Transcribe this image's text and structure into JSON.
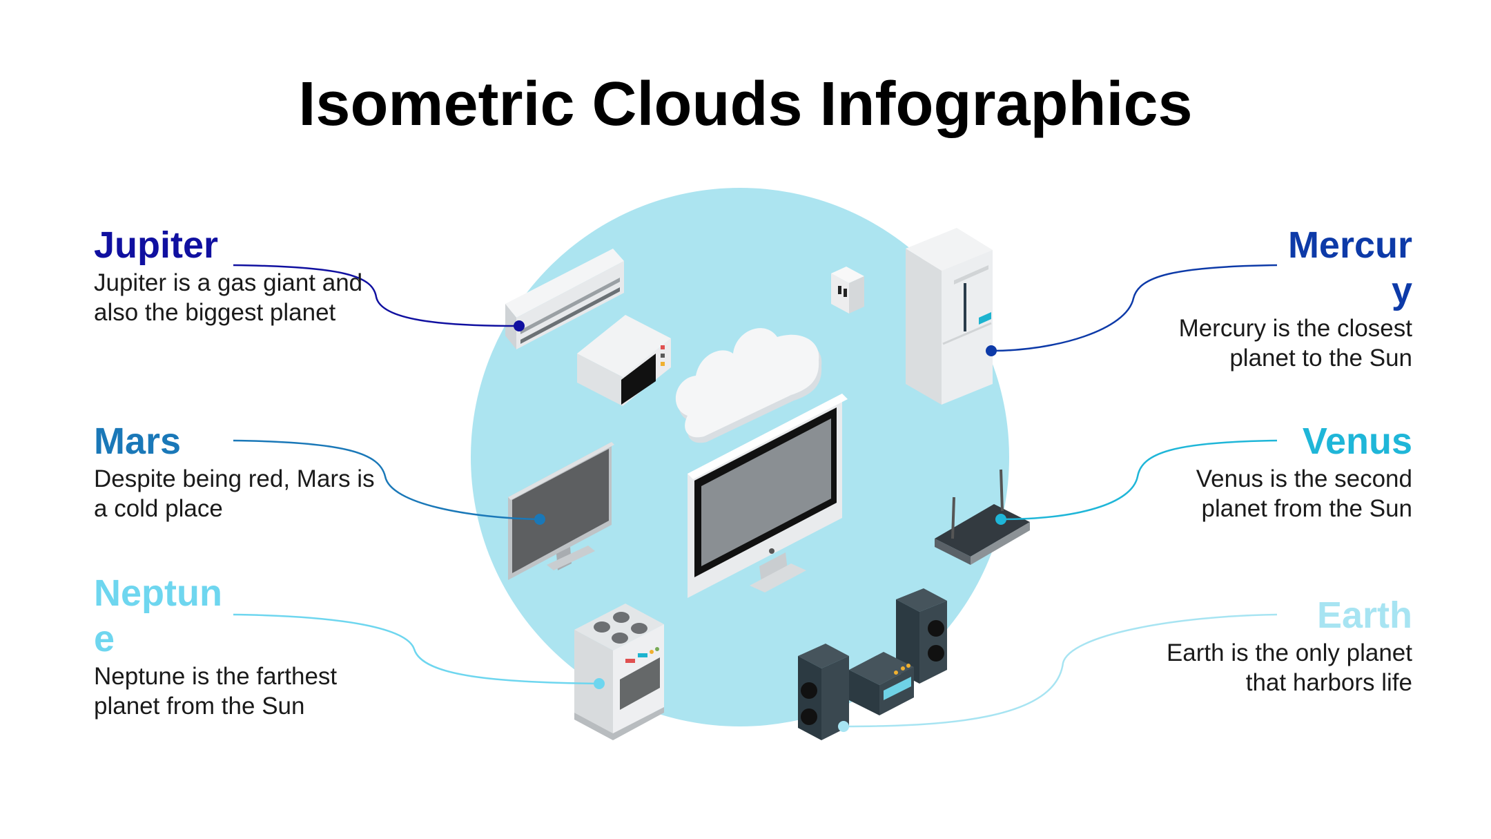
{
  "title": "Isometric Clouds Infographics",
  "items": {
    "jupiter": {
      "name": "Jupiter",
      "desc": "Jupiter is a gas giant and also the biggest planet",
      "color": "#1010a0"
    },
    "mars": {
      "name": "Mars",
      "desc": "Despite being red, Mars is a cold place",
      "color": "#1a78b8"
    },
    "neptune": {
      "name": "Neptune",
      "desc": "Neptune is the farthest planet from the Sun",
      "color": "#6ed6ef"
    },
    "mercury": {
      "name": "Mercury",
      "desc": "Mercury is the closest planet to the Sun",
      "color": "#0d3aa8"
    },
    "venus": {
      "name": "Venus",
      "desc": "Venus is the second planet from the Sun",
      "color": "#1fb6d8"
    },
    "earth": {
      "name": "Earth",
      "desc": "Earth is the only planet that harbors life",
      "color": "#a7e4f2"
    }
  },
  "colors": {
    "circle": "#ace4f0"
  },
  "icons": [
    "air-conditioner-icon",
    "microwave-icon",
    "wall-socket-icon",
    "cloud-icon",
    "monitor-icon",
    "tv-icon",
    "fridge-icon",
    "router-icon",
    "stove-icon",
    "speakers-icon"
  ]
}
